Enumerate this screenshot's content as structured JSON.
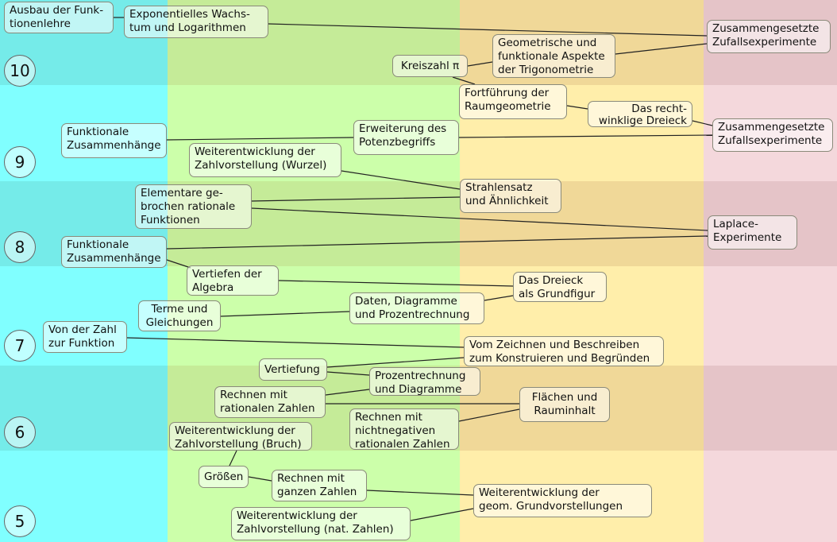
{
  "colors": {
    "cyan_dark": "#75ebe9",
    "cyan_light": "#80ffff",
    "green_dark": "#c5eb98",
    "green_light": "#ccffaa",
    "yellow_dark": "#f0d898",
    "yellow_light": "#ffeeaa",
    "pink_dark": "#e5c4c8",
    "pink_light": "#f4d8dc"
  },
  "grades": [
    "10",
    "9",
    "8",
    "7",
    "6",
    "5"
  ],
  "nodes": {
    "n1": "Ausbau der Funk-\ntionenlehre",
    "n2": "Exponentielles Wachs-\ntum und Logarithmen",
    "n3": "Zusammengesetzte\nZufallsexperimente",
    "n4": "Geometrische und\nfunktionale Aspekte\nder Trigonometrie",
    "n5": "Kreiszahl π",
    "n6": "Fortführung der\nRaumgeometrie",
    "n7": "Das recht-\nwinklige Dreieck",
    "n8": "Zusammengesetzte\nZufallsexperimente",
    "n9": "Funktionale\nZusammenhänge",
    "n10": "Erweiterung des\nPotenzbegriffs",
    "n11": "Weiterentwicklung der\nZahlvorstellung (Wurzel)",
    "n12": "Strahlensatz\nund Ähnlichkeit",
    "n13": "Elementare ge-\nbrochen rationale\nFunktionen",
    "n14": "Laplace-\nExperimente",
    "n15": "Funktionale\nZusammenhänge",
    "n16": "Vertiefen der\nAlgebra",
    "n17": "Das Dreieck\nals Grundfigur",
    "n18": "Terme und\nGleichungen",
    "n19": "Daten, Diagramme\nund Prozentrechnung",
    "n20": "Von der Zahl\nzur Funktion",
    "n21": "Vom Zeichnen und Beschreiben\nzum Konstruieren und Begründen",
    "n22": "Vertiefung",
    "n23": "Prozentrechnung\nund Diagramme",
    "n24": "Rechnen mit\nrationalen Zahlen",
    "n25": "Flächen und\nRauminhalt",
    "n26": "Rechnen mit\nnichtnegativen\nrationalen Zahlen",
    "n27": "Weiterentwicklung der\nZahlvorstellung (Bruch)",
    "n28": "Größen",
    "n29": "Rechnen mit\nganzen Zahlen",
    "n30": "Weiterentwicklung der\ngeom. Grundvorstellungen",
    "n31": "Weiterentwicklung der\nZahlvorstellung (nat. Zahlen)"
  }
}
